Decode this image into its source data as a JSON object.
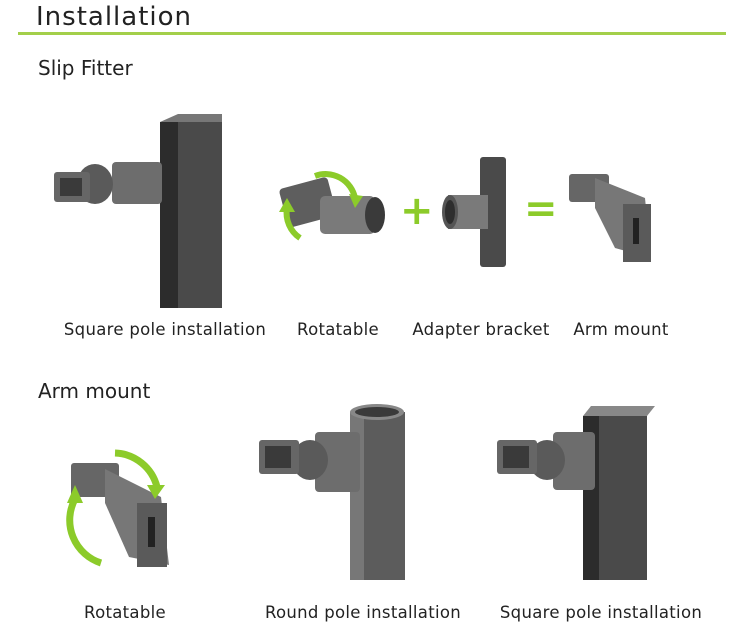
{
  "title": "Installation",
  "accent_color": "#a3cf4a",
  "sections": [
    {
      "heading": "Slip Fitter",
      "captions": [
        "Square pole installation",
        "Rotatable",
        "Adapter bracket",
        "Arm mount"
      ],
      "operators": [
        "+",
        "="
      ]
    },
    {
      "heading": "Arm mount",
      "captions": [
        "Rotatable",
        "Round pole installation",
        "Square pole installation"
      ]
    }
  ]
}
